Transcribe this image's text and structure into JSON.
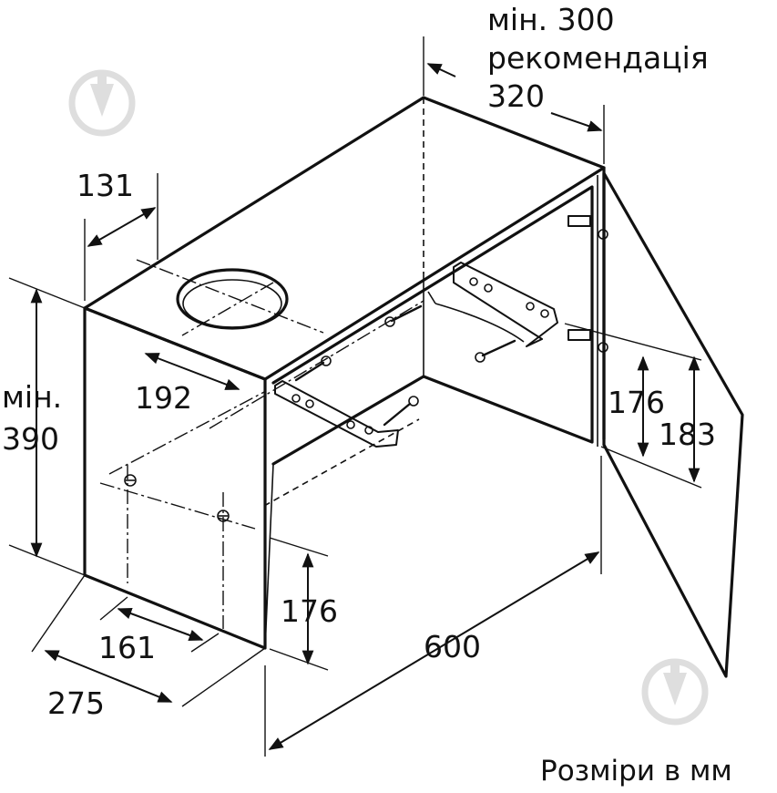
{
  "diagram": {
    "dimensions": {
      "top_min": "мін. 300",
      "top_rec": "рекомендація",
      "top_val": "320",
      "d131": "131",
      "d192": "192",
      "left_min": "мін.",
      "left_val": "390",
      "d176_right": "176",
      "d183": "183",
      "d176_front": "176",
      "d161": "161",
      "d275": "275",
      "d600": "600"
    },
    "caption": "Розміри в мм"
  },
  "colors": {
    "line": "#111111",
    "watermark": "#dedede",
    "background": "#ffffff"
  },
  "icons": [
    "watermark-logo-icon",
    "wall-bracket-icon",
    "screw-icon",
    "hinge-icon"
  ]
}
